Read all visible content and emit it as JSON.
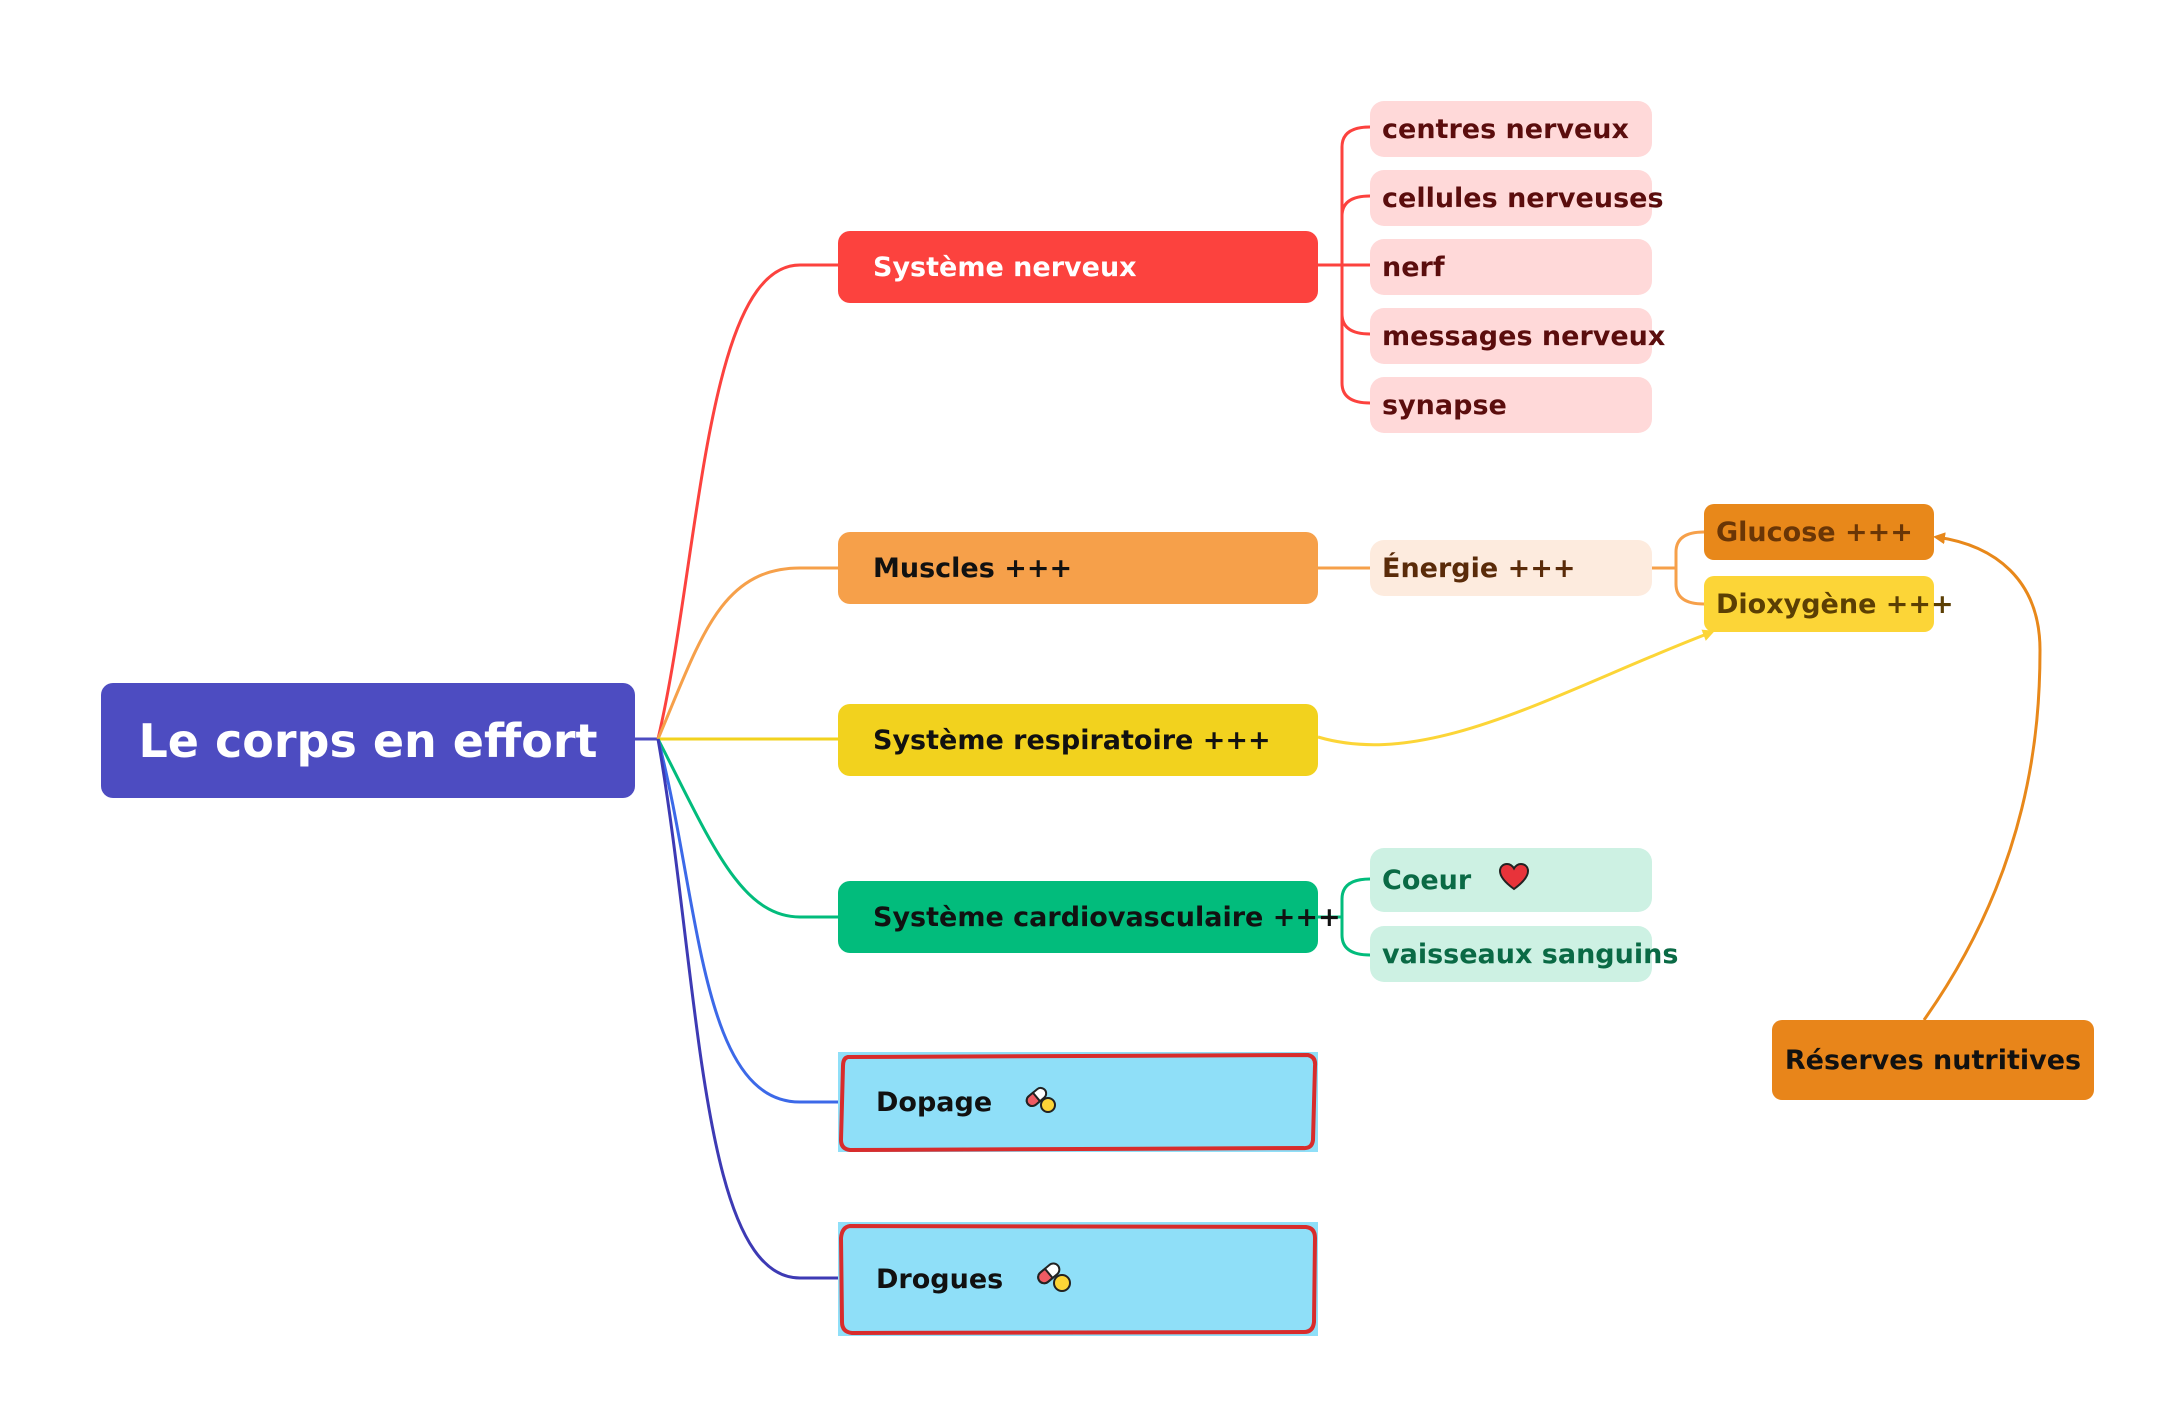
{
  "root": {
    "label": "Le corps en effort",
    "color": "#4d4cc1"
  },
  "branches": {
    "nerveux": {
      "label": "Système nerveux",
      "color": "#fc423e",
      "children": [
        "centres nerveux",
        "cellules nerveuses",
        "nerf",
        "messages nerveux",
        "synapse"
      ]
    },
    "muscles": {
      "label": "Muscles +++",
      "color": "#f6a04a",
      "energie": "Énergie +++",
      "glucose": "Glucose +++",
      "dioxygene": "Dioxygène +++"
    },
    "respiratoire": {
      "label": "Système respiratoire +++",
      "color": "#f2d21e"
    },
    "cardio": {
      "label": "Système cardiovasculaire +++",
      "color": "#02bc7c",
      "children": [
        "Coeur",
        "vaisseaux sanguins"
      ],
      "icon": "heart-icon"
    },
    "dopage": {
      "label": "Dopage",
      "icon": "pills-icon"
    },
    "drogues": {
      "label": "Drogues",
      "icon": "pills-icon"
    }
  },
  "reserves": {
    "label": "Réserves nutritives",
    "color": "#e8851a"
  }
}
